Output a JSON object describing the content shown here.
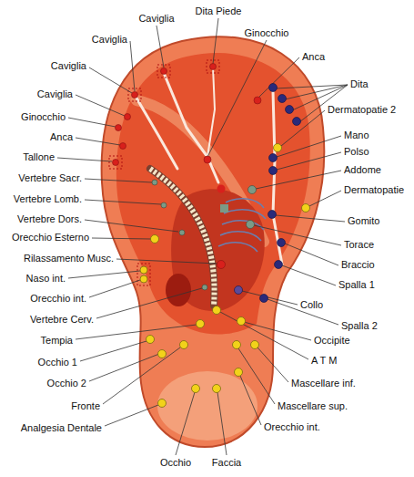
{
  "diagram": {
    "labels": [
      "Caviglia",
      "Dita Piede",
      "Ginocchio",
      "Anca",
      "Caviglia",
      "Caviglia",
      "Caviglia",
      "Ginocchio",
      "Anca",
      "Tallone",
      "Vertebre Sacr.",
      "Vertebre Lomb.",
      "Vertebre Dors.",
      "Orecchio Esterno",
      "Rilassamento Musc.",
      "Naso int.",
      "Orecchio int.",
      "Vertebre Cerv.",
      "Tempia",
      "Occhio 1",
      "Occhio 2",
      "Fronte",
      "Analgesia Dentale",
      "Dita",
      "Dermatopatie 2",
      "Mano",
      "Polso",
      "Addome",
      "Dermatopatie",
      "Gomito",
      "Torace",
      "Braccio",
      "Spalla 1",
      "Collo",
      "Spalla 2",
      "Occipite",
      "A T M",
      "Mascellare inf.",
      "Mascellare sup.",
      "Orecchio int.",
      "Faccia",
      "Occhio"
    ]
  }
}
